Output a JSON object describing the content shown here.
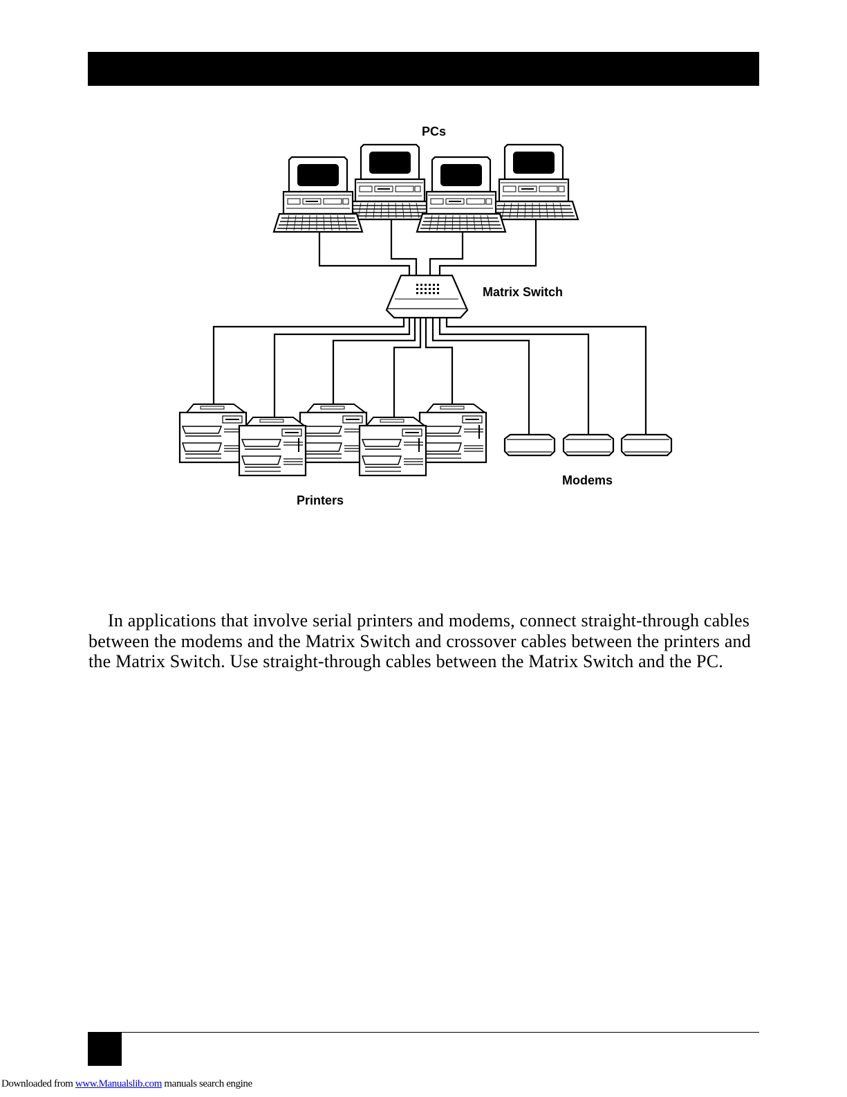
{
  "diagram": {
    "labels": {
      "pcs": "PCs",
      "matrix_switch": "Matrix Switch",
      "printers": "Printers",
      "modems": "Modems"
    },
    "devices": {
      "pcs": 4,
      "printers": 5,
      "modems": 3
    }
  },
  "body": {
    "paragraph": "In applications that involve serial printers and modems, connect straight-through cables between the modems and the Matrix Switch and crossover cables between the printers and the Matrix Switch.  Use straight-through cables between the Matrix Switch and the PC."
  },
  "footer": {
    "prefix": "Downloaded from ",
    "link_text": "www.Manualslib.com",
    "suffix": " manuals search engine"
  }
}
